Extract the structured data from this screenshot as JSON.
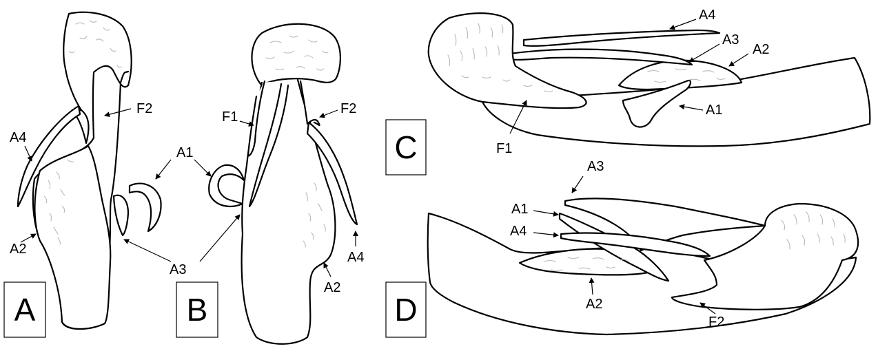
{
  "panels": [
    "A",
    "B",
    "C",
    "D"
  ],
  "labels": {
    "A1": "A1",
    "A2": "A2",
    "A3": "A3",
    "A4": "A4",
    "F1": "F1",
    "F2": "F2"
  }
}
